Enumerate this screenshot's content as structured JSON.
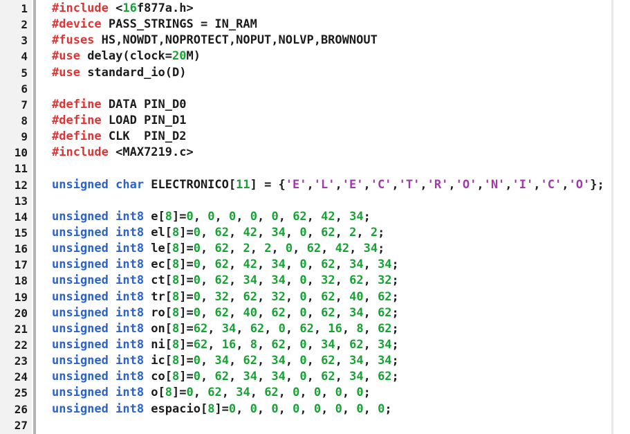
{
  "editor": {
    "colors": {
      "preprocessor": "#e13333",
      "keyword": "#2a62cf",
      "number": "#17a234",
      "char_literal": "#a238ae",
      "plain": "#1b1b1b",
      "gutter_bg": "#f2f2f2",
      "gutter_text": "#1c1c1c",
      "separator": "#b3b3b3",
      "right_track": "#e9e9e9"
    },
    "lines": [
      {
        "no": "1",
        "tokens": [
          {
            "c": "pre",
            "t": "#include"
          },
          {
            "c": "pln",
            "t": " <"
          },
          {
            "c": "num",
            "t": "16"
          },
          {
            "c": "pln",
            "t": "f877a.h>"
          }
        ]
      },
      {
        "no": "2",
        "tokens": [
          {
            "c": "pre",
            "t": "#device"
          },
          {
            "c": "pln",
            "t": " PASS_STRINGS = IN_RAM"
          }
        ]
      },
      {
        "no": "3",
        "tokens": [
          {
            "c": "pre",
            "t": "#fuses"
          },
          {
            "c": "pln",
            "t": " HS,NOWDT,NOPROTECT,NOPUT,NOLVP,BROWNOUT"
          }
        ]
      },
      {
        "no": "4",
        "tokens": [
          {
            "c": "pre",
            "t": "#use"
          },
          {
            "c": "pln",
            "t": " delay(clock="
          },
          {
            "c": "num",
            "t": "20"
          },
          {
            "c": "pln",
            "t": "M)"
          }
        ]
      },
      {
        "no": "5",
        "tokens": [
          {
            "c": "pre",
            "t": "#use"
          },
          {
            "c": "pln",
            "t": " standard_io(D)"
          }
        ]
      },
      {
        "no": "6",
        "tokens": []
      },
      {
        "no": "7",
        "tokens": [
          {
            "c": "pre",
            "t": "#define"
          },
          {
            "c": "pln",
            "t": " DATA PIN_D0"
          }
        ]
      },
      {
        "no": "8",
        "tokens": [
          {
            "c": "pre",
            "t": "#define"
          },
          {
            "c": "pln",
            "t": " LOAD PIN_D1"
          }
        ]
      },
      {
        "no": "9",
        "tokens": [
          {
            "c": "pre",
            "t": "#define"
          },
          {
            "c": "pln",
            "t": " CLK  PIN_D2"
          }
        ]
      },
      {
        "no": "10",
        "tokens": [
          {
            "c": "pre",
            "t": "#include"
          },
          {
            "c": "pln",
            "t": " <MAX7219.c>"
          }
        ]
      },
      {
        "no": "11",
        "tokens": []
      },
      {
        "no": "12",
        "tokens": [
          {
            "c": "kw",
            "t": "unsigned char"
          },
          {
            "c": "pln",
            "t": " ELECTRONICO["
          },
          {
            "c": "num",
            "t": "11"
          },
          {
            "c": "pln",
            "t": "] = {"
          },
          {
            "c": "chr",
            "t": "'E'"
          },
          {
            "c": "pln",
            "t": ","
          },
          {
            "c": "chr",
            "t": "'L'"
          },
          {
            "c": "pln",
            "t": ","
          },
          {
            "c": "chr",
            "t": "'E'"
          },
          {
            "c": "pln",
            "t": ","
          },
          {
            "c": "chr",
            "t": "'C'"
          },
          {
            "c": "pln",
            "t": ","
          },
          {
            "c": "chr",
            "t": "'T'"
          },
          {
            "c": "pln",
            "t": ","
          },
          {
            "c": "chr",
            "t": "'R'"
          },
          {
            "c": "pln",
            "t": ","
          },
          {
            "c": "chr",
            "t": "'O'"
          },
          {
            "c": "pln",
            "t": ","
          },
          {
            "c": "chr",
            "t": "'N'"
          },
          {
            "c": "pln",
            "t": ","
          },
          {
            "c": "chr",
            "t": "'I'"
          },
          {
            "c": "pln",
            "t": ","
          },
          {
            "c": "chr",
            "t": "'C'"
          },
          {
            "c": "pln",
            "t": ","
          },
          {
            "c": "chr",
            "t": "'O'"
          },
          {
            "c": "pln",
            "t": "};"
          }
        ]
      },
      {
        "no": "13",
        "tokens": []
      },
      {
        "no": "14",
        "array": {
          "decl": "unsigned int8",
          "name": "e",
          "size": "8",
          "values": [
            "0",
            "0",
            "0",
            "0",
            "0",
            "62",
            "42",
            "34"
          ]
        }
      },
      {
        "no": "15",
        "array": {
          "decl": "unsigned int8",
          "name": "el",
          "size": "8",
          "values": [
            "0",
            "62",
            "42",
            "34",
            "0",
            "62",
            "2",
            "2"
          ]
        }
      },
      {
        "no": "16",
        "array": {
          "decl": "unsigned int8",
          "name": "le",
          "size": "8",
          "values": [
            "0",
            "62",
            "2",
            "2",
            "0",
            "62",
            "42",
            "34"
          ]
        }
      },
      {
        "no": "17",
        "array": {
          "decl": "unsigned int8",
          "name": "ec",
          "size": "8",
          "values": [
            "0",
            "62",
            "42",
            "34",
            "0",
            "62",
            "34",
            "34"
          ]
        }
      },
      {
        "no": "18",
        "array": {
          "decl": "unsigned int8",
          "name": "ct",
          "size": "8",
          "values": [
            "0",
            "62",
            "34",
            "34",
            "0",
            "32",
            "62",
            "32"
          ]
        }
      },
      {
        "no": "19",
        "array": {
          "decl": "unsigned int8",
          "name": "tr",
          "size": "8",
          "values": [
            "0",
            "32",
            "62",
            "32",
            "0",
            "62",
            "40",
            "62"
          ]
        }
      },
      {
        "no": "20",
        "array": {
          "decl": "unsigned int8",
          "name": "ro",
          "size": "8",
          "values": [
            "0",
            "62",
            "40",
            "62",
            "0",
            "62",
            "34",
            "62"
          ]
        }
      },
      {
        "no": "21",
        "array": {
          "decl": "unsigned int8",
          "name": "on",
          "size": "8",
          "values": [
            "62",
            "34",
            "62",
            "0",
            "62",
            "16",
            "8",
            "62"
          ]
        }
      },
      {
        "no": "22",
        "array": {
          "decl": "unsigned int8",
          "name": "ni",
          "size": "8",
          "values": [
            "62",
            "16",
            "8",
            "62",
            "0",
            "34",
            "62",
            "34"
          ]
        }
      },
      {
        "no": "23",
        "array": {
          "decl": "unsigned int8",
          "name": "ic",
          "size": "8",
          "values": [
            "0",
            "34",
            "62",
            "34",
            "0",
            "62",
            "34",
            "34"
          ]
        }
      },
      {
        "no": "24",
        "array": {
          "decl": "unsigned int8",
          "name": "co",
          "size": "8",
          "values": [
            "0",
            "62",
            "34",
            "34",
            "0",
            "62",
            "34",
            "62"
          ]
        }
      },
      {
        "no": "25",
        "array": {
          "decl": "unsigned int8",
          "name": "o",
          "size": "8",
          "values": [
            "0",
            "62",
            "34",
            "62",
            "0",
            "0",
            "0",
            "0"
          ]
        }
      },
      {
        "no": "26",
        "array": {
          "decl": "unsigned int8",
          "name": "espacio",
          "size": "8",
          "values": [
            "0",
            "0",
            "0",
            "0",
            "0",
            "0",
            "0",
            "0"
          ]
        }
      },
      {
        "no": "27",
        "tokens": []
      }
    ]
  }
}
